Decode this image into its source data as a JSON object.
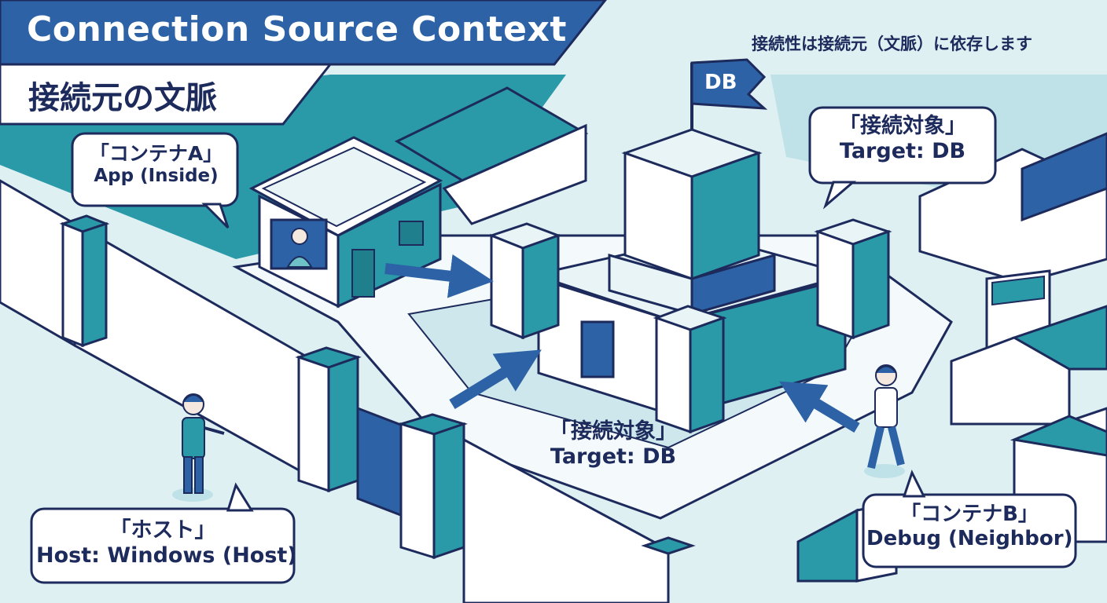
{
  "header": {
    "title": "Connection Source Context",
    "subtitle": "接続元の文脈",
    "note": "接続性は接続元（文脈）に依存します"
  },
  "flag": {
    "label": "DB"
  },
  "callouts": {
    "app": {
      "jp": "「コンテナA」",
      "en": "App (Inside)"
    },
    "target_top": {
      "jp": "「接続対象」",
      "en": "Target: DB"
    },
    "target_mid": {
      "jp": "「接続対象」",
      "en": "Target: DB"
    },
    "host": {
      "jp": "「ホスト」",
      "en": "Host: Windows (Host)"
    },
    "debug": {
      "jp": "「コンテナB」",
      "en": "Debug (Neighbor)"
    }
  },
  "colors": {
    "navy": "#1d2a5c",
    "banner": "#2d63a6",
    "teal": "#2b9aa8",
    "teal_dark": "#1f7f8c",
    "light": "#dff0f3",
    "ground": "#cde7ec",
    "white": "#ffffff"
  }
}
